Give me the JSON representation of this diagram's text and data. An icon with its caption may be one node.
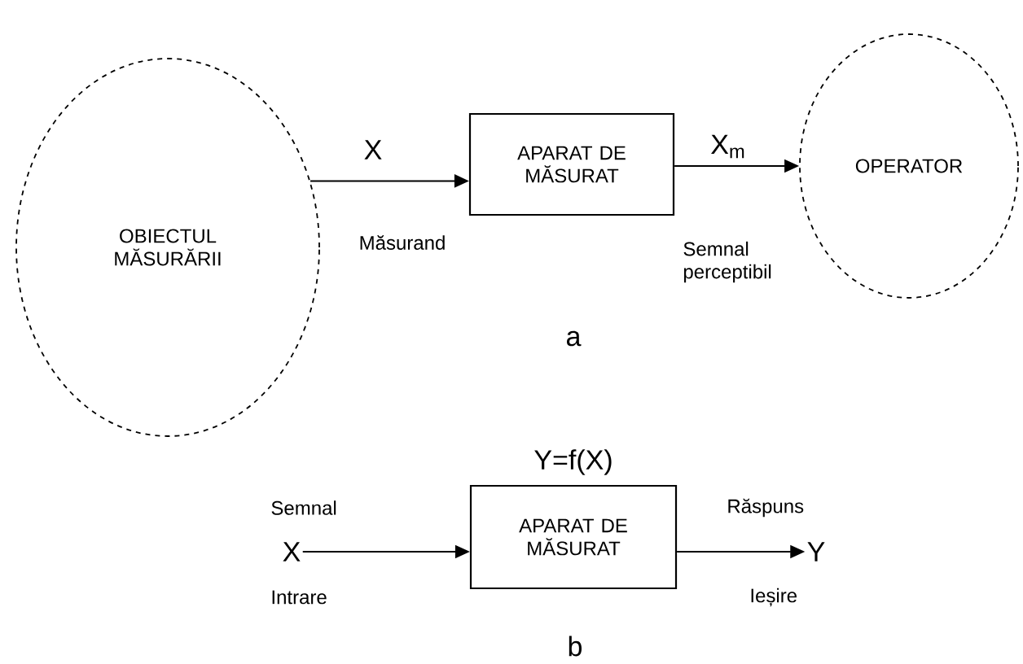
{
  "diagram": {
    "nodes": [
      {
        "text": [
          "OBIECTUL MĂSURĂRII"
        ]
      },
      {
        "text": [
          "APARAT DE MĂSURAT"
        ]
      },
      {
        "text": [
          "OPERATOR"
        ]
      },
      {
        "text": [
          "X"
        ],
        "beside": [
          "Semnal",
          "Intrare"
        ]
      },
      {
        "text": [
          "APARAT DE MĂSURAT"
        ],
        "beside": [
          "Y=f(X)"
        ]
      },
      {
        "text": [
          "Y"
        ],
        "beside": [
          "Răspuns",
          "Ieșire"
        ]
      }
    ],
    "edges": [
      {
        "from": 0,
        "to": 1,
        "arrow": "to",
        "label": "X"
      },
      {
        "from": 1,
        "to": 2,
        "arrow": "to",
        "label": "X$_{m}$"
      },
      {
        "from": 3,
        "to": 4,
        "arrow": "to"
      },
      {
        "from": 4,
        "to": 5,
        "arrow": "to"
      }
    ],
    "labels": [
      "Măsurand",
      "Semnal perceptibil",
      "a",
      "b"
    ]
  }
}
